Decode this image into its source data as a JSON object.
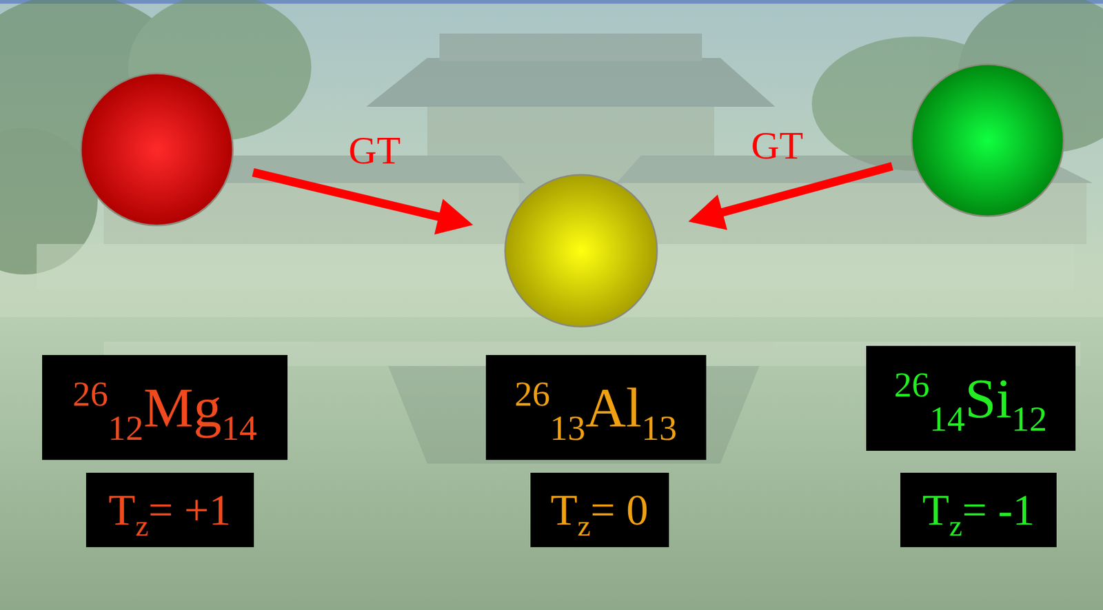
{
  "diagram": {
    "nodes": [
      {
        "text": [
          "26",
          "12",
          "Mg",
          "14",
          "T",
          "z",
          "= +1"
        ]
      },
      {
        "text": [
          "26",
          "13",
          "Al",
          "13",
          "T",
          "z",
          "= 0"
        ]
      },
      {
        "text": [
          "26",
          "14",
          "Si",
          "12",
          "T",
          "z",
          "= -1"
        ]
      }
    ],
    "edges": [
      {
        "from": 0,
        "to": 1,
        "arrow": "to",
        "label": "GT"
      },
      {
        "from": 2,
        "to": 1,
        "arrow": "to",
        "label": "GT"
      }
    ]
  }
}
